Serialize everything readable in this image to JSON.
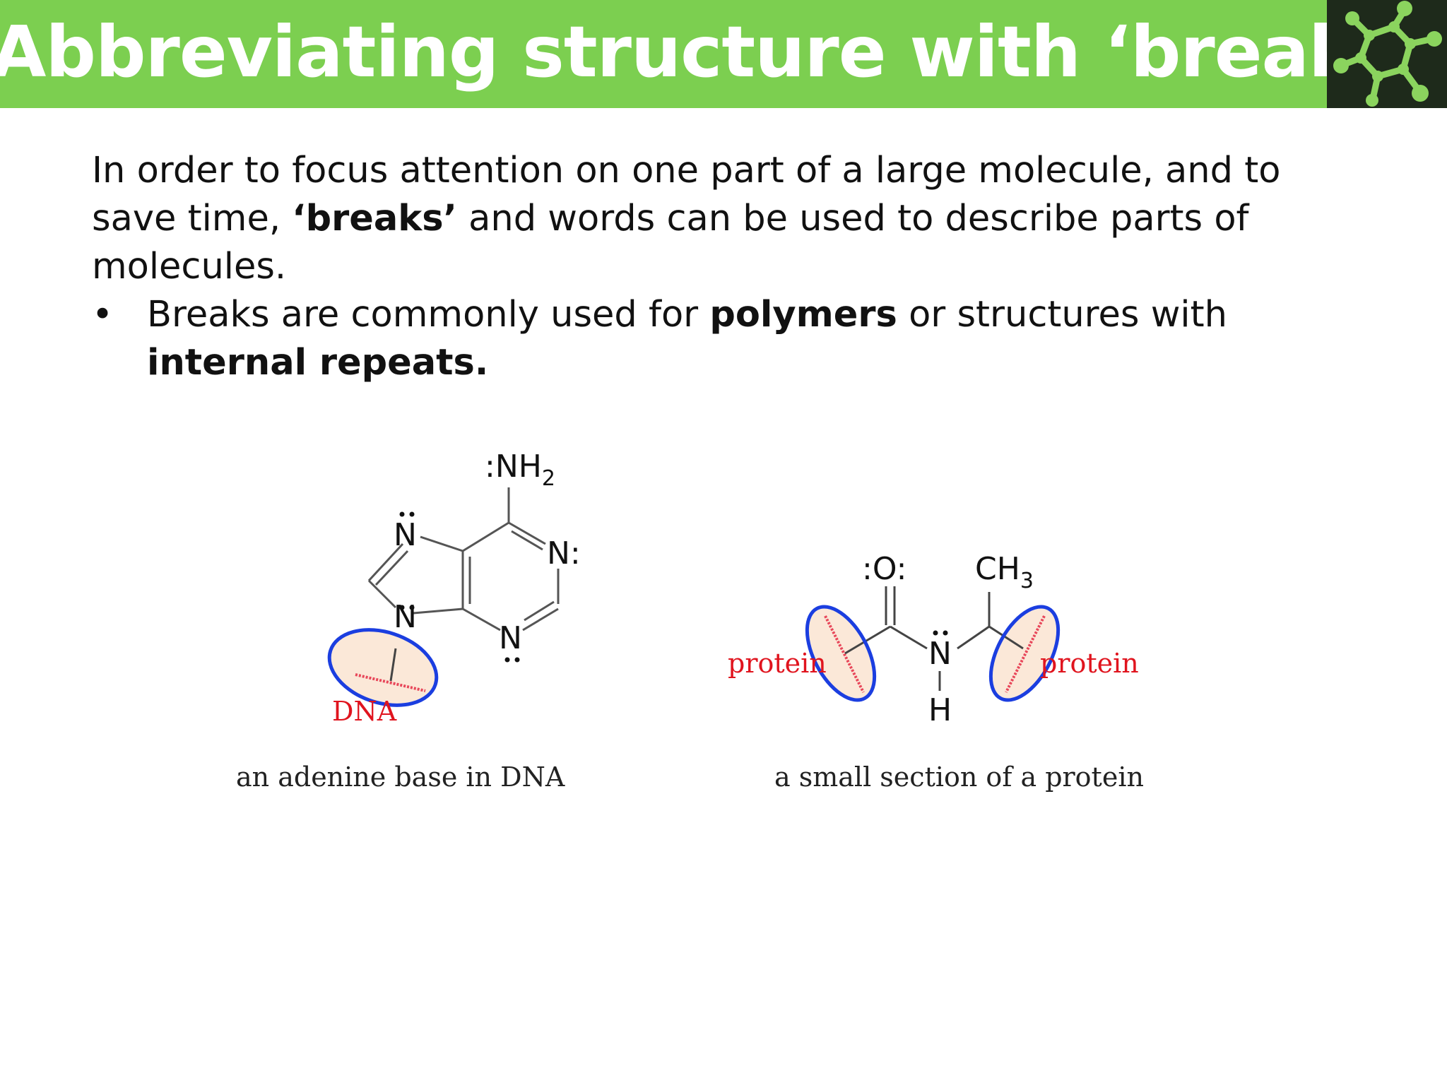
{
  "slide": {
    "title": "Abbreviating structure with ‘breaks’",
    "intro": {
      "part1": "In order to focus attention on one part of a large molecule, and to save time, ",
      "bold": "‘breaks’",
      "part2": " and words can be used to describe parts of molecules."
    },
    "bullet": {
      "marker": "•",
      "part1": "Breaks are commonly used for ",
      "bold1": "polymers",
      "part2": " or structures with ",
      "bold2": "internal repeats."
    }
  },
  "adenine": {
    "nh2": ":NH",
    "nh2_sub": "2",
    "n_top_left": "N",
    "n_right": "N:",
    "n_left": "N",
    "n_bottom": "N",
    "dna_label": "DNA",
    "caption": "an adenine base in DNA"
  },
  "protein_section": {
    "carbonyl": ":O:",
    "methyl": "CH",
    "methyl_sub": "3",
    "amide_n": "N",
    "amide_h": "H",
    "left_label": "protein",
    "right_label": "protein",
    "caption": "a small section of a protein"
  },
  "colors": {
    "title_bar": "#7ccf50",
    "logo_background": "#1e2a1b",
    "logo_molecule": "#8bd45e",
    "break_line": "#e8475a",
    "break_highlight": "#fbe8d8",
    "circle_outline": "#1b3ee0",
    "label_red": "#e0141e"
  }
}
